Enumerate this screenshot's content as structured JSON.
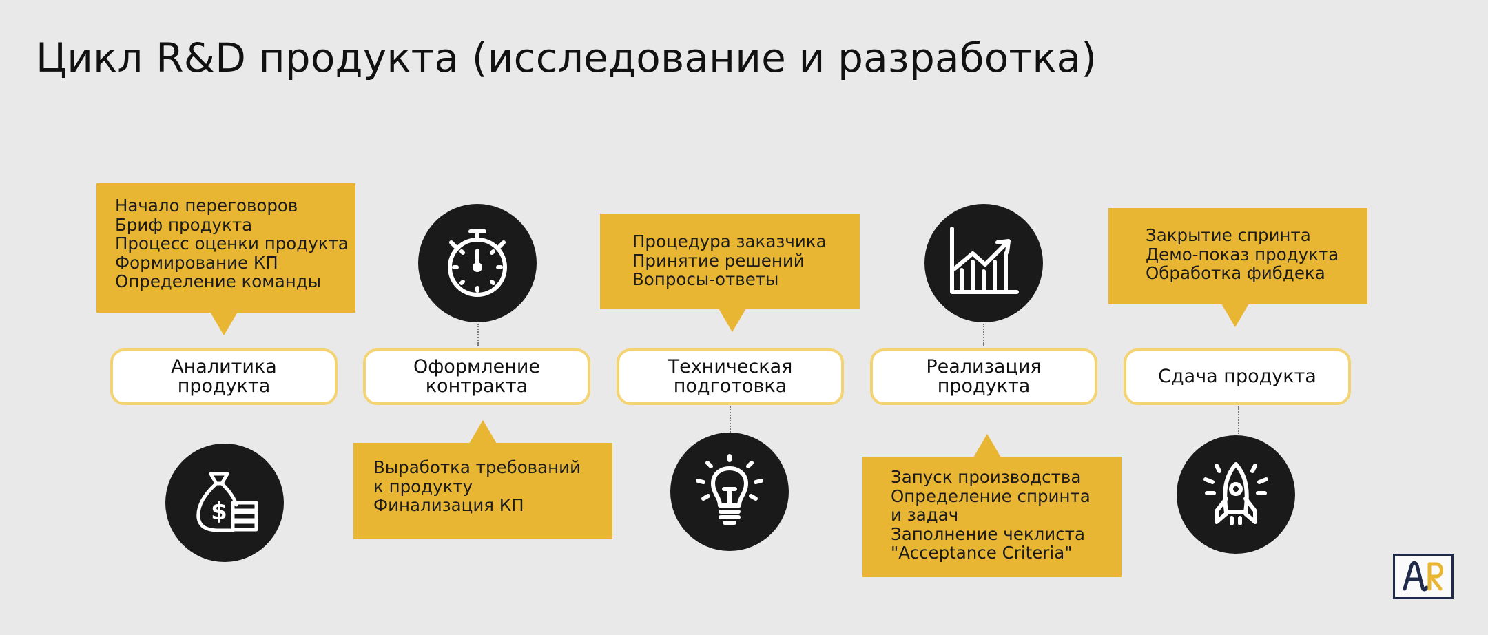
{
  "title": "Цикл R&D продукта (исследование и разработка)",
  "accent_color": "#e9b634",
  "stage_border_color": "#f4d472",
  "icon_circle_color": "#1a1a1a",
  "stages": [
    {
      "lines": [
        "Аналитика",
        "продукта"
      ],
      "icon": "money-bag-icon",
      "callout": [
        "Начало переговоров",
        "Бриф продукта",
        "Процесс оценки продукта",
        "Формирование КП",
        "Определение команды"
      ]
    },
    {
      "lines": [
        "Оформление",
        "контракта"
      ],
      "icon": "stopwatch-icon",
      "callout": [
        "Выработка требований",
        "к продукту",
        "Финализация КП"
      ]
    },
    {
      "lines": [
        "Техническая",
        "подготовка"
      ],
      "icon": "lightbulb-icon",
      "callout": [
        "Процедура заказчика",
        "Принятие решений",
        "Вопросы-ответы"
      ]
    },
    {
      "lines": [
        "Реализация",
        "продукта"
      ],
      "icon": "growth-chart-icon",
      "callout": [
        "Запуск производства",
        "Определение спринта",
        "и задач",
        "Заполнение чеклиста",
        "\"Acceptance Criteria\""
      ]
    },
    {
      "lines": [
        "Сдача продукта"
      ],
      "icon": "rocket-icon",
      "callout": [
        "Закрытие спринта",
        "Демо-показ продукта",
        "Обработка фибдека"
      ]
    }
  ]
}
